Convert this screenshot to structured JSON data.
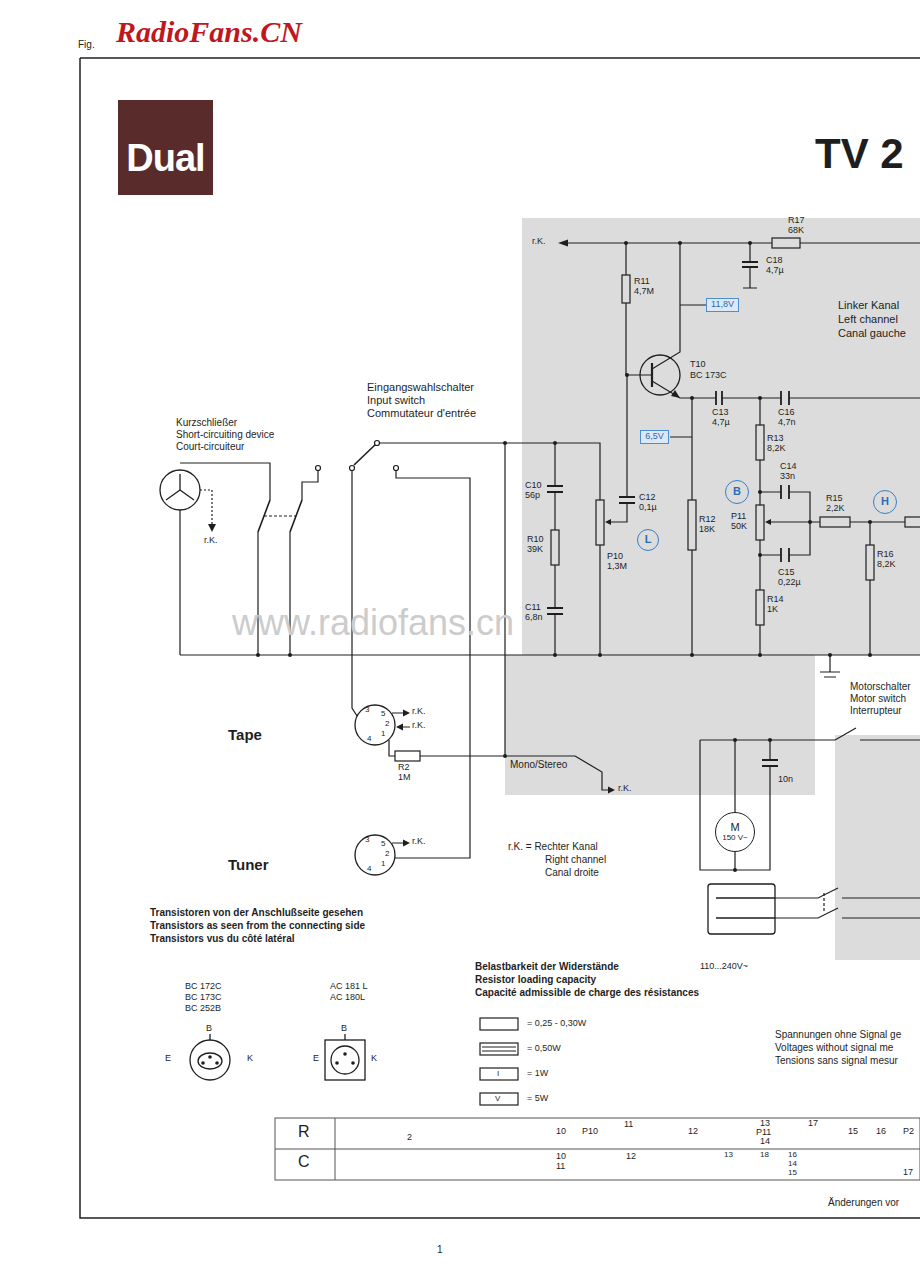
{
  "diagram": {
    "nodes": [
      {
        "text": [
          "Dual"
        ]
      },
      {
        "text": [
          "11,8V"
        ]
      },
      {
        "text": [
          "6,5V"
        ]
      },
      {
        "text": [
          "L"
        ]
      },
      {
        "text": [
          "B"
        ]
      },
      {
        "text": [
          "H"
        ]
      },
      {
        "text": [
          "M",
          "150 V~"
        ]
      }
    ],
    "labels": [
      "Fig.",
      "RadioFans.CN",
      "TV 2",
      "r.K.",
      "R17",
      "68K",
      "C18",
      "4,7µ",
      "R11",
      "4,7M",
      "T10",
      "BC 173C",
      "Linker Kanal",
      "Left channel",
      "Canal gauche",
      "C13",
      "4,7µ",
      "C16",
      "4,7n",
      "Eingangswahlschalter",
      "Input switch",
      "Commutateur d'entrée",
      "Kurzschließer",
      "Short-circuiting device",
      "Court-circuiteur",
      "r.K.",
      "C10",
      "56p",
      "C12",
      "0,1µ",
      "R10",
      "39K",
      "P10",
      "1,3M",
      "C11",
      "6,8n",
      "R12",
      "18K",
      "R13",
      "8,2K",
      "C14",
      "33n",
      "P11",
      "50K",
      "R15",
      "2,2K",
      "R16",
      "8,2K",
      "C15",
      "0,22µ",
      "R14",
      "1K",
      "www.radiofans.cn",
      "Motorschalter",
      "Motor switch",
      "Interrupteur",
      "10n",
      "110...240V~",
      "Tape",
      "3",
      "5",
      "2",
      "1",
      "4",
      "r.K.",
      "r.K.",
      "R2",
      "1M",
      "Mono/Stereo",
      "r.K.",
      "Tuner",
      "3",
      "5",
      "2",
      "1",
      "4",
      "r.K.",
      "r.K. = Rechter Kanal",
      "Right channel",
      "Canal droite",
      "Transistoren von der Anschlußseite gesehen",
      "Transistors as seen from the connecting side",
      "Transistors vus du côté latéral",
      "BC 172C",
      "BC 173C",
      "BC 252B",
      "B",
      "E",
      "K",
      "AC 181 L",
      "AC 180L",
      "B",
      "E",
      "K",
      "Belastbarkeit der Widerstände",
      "Resistor loading capacity",
      "Capacité admissible de charge des résistances",
      "= 0,25 - 0,30W",
      "= 0,50W",
      "I",
      "= 1W",
      "V",
      "= 5W",
      "Spannungen ohne Signal ge",
      "Voltages without signal me",
      "Tensions sans signal mesur",
      "R",
      "C",
      "2",
      "10",
      "P10",
      "11",
      "12",
      "13",
      "P11",
      "14",
      "17",
      "15",
      "16",
      "P2",
      "10",
      "11",
      "12",
      "13",
      "18",
      "16",
      "14",
      "15",
      "17",
      "Änderungen vor",
      "1"
    ]
  }
}
